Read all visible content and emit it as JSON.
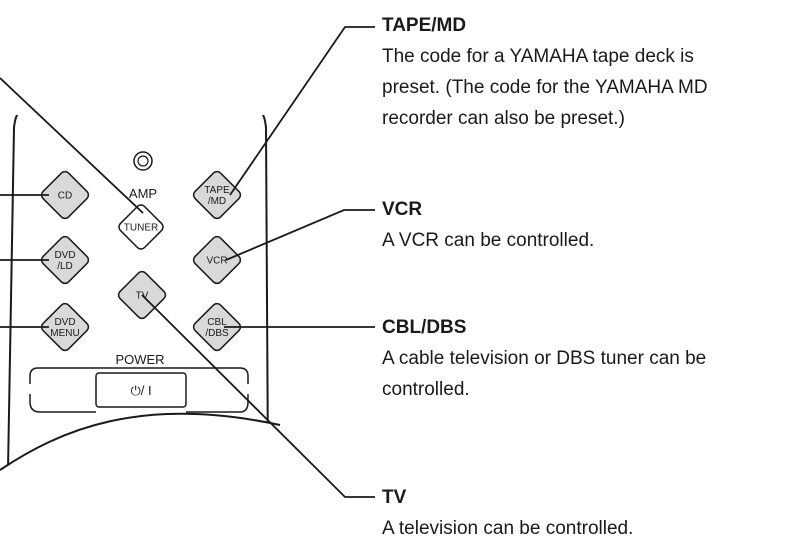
{
  "remote": {
    "source_button": "AMP",
    "power_label": "POWER",
    "power_button_symbol": "⏻/ I",
    "bottom_left_label": "TUNER",
    "bottom_right_label": "TAPE/MD",
    "buttons": {
      "cd": [
        "CD"
      ],
      "tuner": [
        "TUNER"
      ],
      "tape_md": [
        "TAPE",
        "/MD"
      ],
      "dvd_ld": [
        "DVD",
        "/LD"
      ],
      "vcr": [
        "VCR"
      ],
      "tv": [
        "TV"
      ],
      "dvd_menu": [
        "DVD",
        "MENU"
      ],
      "cbl_dbs": [
        "CBL",
        "/DBS"
      ]
    }
  },
  "callouts": {
    "tape_md": {
      "title": "TAPE/MD",
      "lines": [
        "The code for a YAMAHA tape deck is",
        "preset.  (The code for the YAMAHA MD",
        "recorder can also be preset.)"
      ]
    },
    "vcr": {
      "title": "VCR",
      "lines": [
        "A VCR can be controlled."
      ]
    },
    "cbl_dbs": {
      "title": "CBL/DBS",
      "lines": [
        "A cable television or DBS tuner can be",
        "controlled."
      ]
    },
    "tv": {
      "title": "TV",
      "lines": [
        "A television can be controlled."
      ]
    }
  },
  "colors": {
    "button_fill": "#d9d9d9",
    "tuner_fill": "#ffffff",
    "stroke": "#1a1a1a"
  }
}
